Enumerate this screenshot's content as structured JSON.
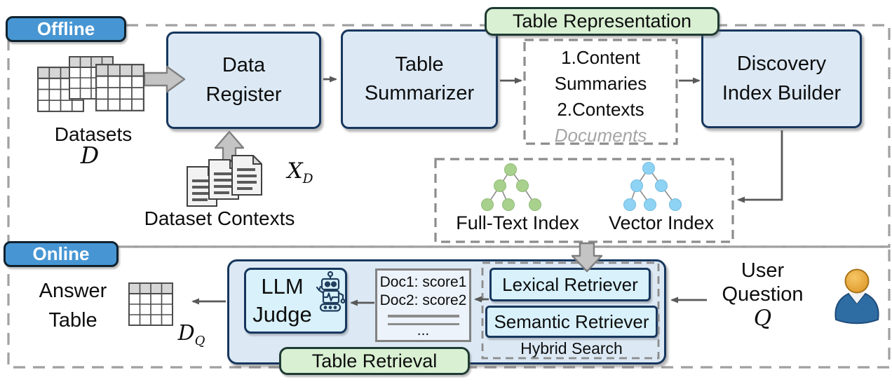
{
  "sections": {
    "offline_badge": "Offline",
    "online_badge": "Online",
    "table_representation_badge": "Table Representation",
    "table_retrieval_badge": "Table Retrieval"
  },
  "offline_flow": {
    "datasets": {
      "label": "Datasets",
      "symbol": "D"
    },
    "data_register": {
      "line1": "Data",
      "line2": "Register"
    },
    "dataset_contexts": {
      "label": "Dataset Contexts",
      "symbol": "X",
      "symbol_sub": "D"
    },
    "table_summarizer": {
      "line1": "Table",
      "line2": "Summarizer"
    },
    "representation_output": {
      "line1": "1.Content",
      "line2": "Summaries",
      "line3": "2.Contexts",
      "line4": "Documents"
    },
    "discovery_index_builder": {
      "line1": "Discovery",
      "line2": "Index Builder"
    },
    "indexes": {
      "full_text_label": "Full-Text Index",
      "vector_label": "Vector Index"
    }
  },
  "online_flow": {
    "answer_table": {
      "line1": "Answer",
      "line2": "Table",
      "symbol": "D",
      "symbol_sub": "Q"
    },
    "llm_judge": {
      "line1": "LLM",
      "line2": "Judge"
    },
    "doc_scores": {
      "line1": "Doc1: score1",
      "line2": "Doc2: score2",
      "ellipsis": "..."
    },
    "hybrid_search": {
      "lexical": "Lexical Retriever",
      "semantic": "Semantic Retriever",
      "label": "Hybrid Search"
    },
    "user_question": {
      "line1": "User",
      "line2": "Question",
      "symbol": "Q"
    }
  },
  "icons": {
    "datasets": "table-stack-icon",
    "dataset_contexts": "documents-stack-icon",
    "answer_table": "table-icon",
    "full_text_index": "tree-icon-green",
    "vector_index": "tree-icon-blue",
    "llm_judge": "robot-icon",
    "user": "person-icon"
  },
  "colors": {
    "section_badge_fill": "#4796d3",
    "process_box_fill": "#dce9f5",
    "inner_box_fill": "#d8f1fb",
    "green_badge_fill": "#d9f0d3",
    "border_navy": "#17375e",
    "dashed_gray": "#8c8c8c",
    "arrow_gray": "#595959",
    "block_arrow_fill": "#c4c4c4",
    "tree_green": "#a9d18e",
    "tree_blue": "#8ed2f4"
  }
}
